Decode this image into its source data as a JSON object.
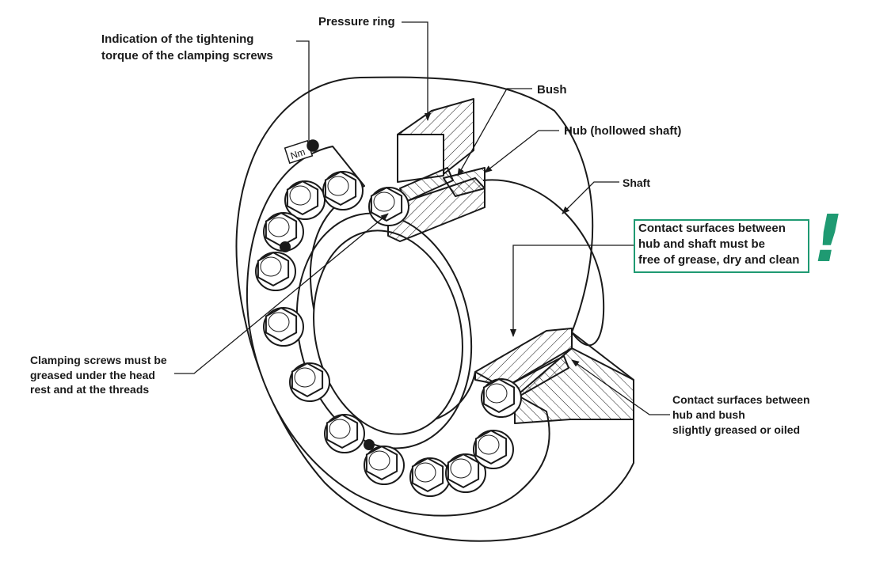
{
  "labels": {
    "pressure_ring": "Pressure ring",
    "torque_line1": "Indication of the tightening",
    "torque_line2": "torque of the clamping screws",
    "bush": "Bush",
    "hub": "Hub (hollowed shaft)",
    "shaft": "Shaft",
    "screws_line1": "Clamping screws must be",
    "screws_line2": "greased under the head",
    "screws_line3": "rest and at the threads",
    "hub_bush_line1": "Contact surfaces between",
    "hub_bush_line2": "hub and bush",
    "hub_bush_line3": "slightly greased or oiled",
    "nm_mark": "Nm"
  },
  "warning": {
    "line1": "Contact surfaces between",
    "line2": "hub and shaft must be",
    "line3": "free of grease, dry and clean",
    "symbol": "!",
    "color": "#1f9a72"
  },
  "colors": {
    "stroke": "#1a1a1a",
    "fill": "#ffffff"
  }
}
